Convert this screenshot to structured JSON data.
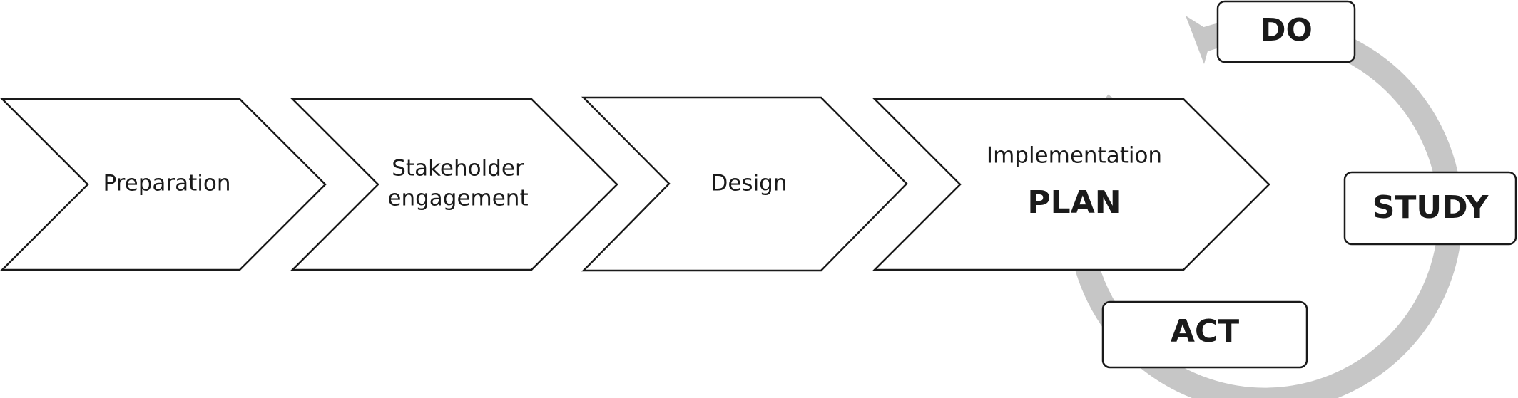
{
  "stages": [
    {
      "id": "preparation",
      "label_lines": [
        "Preparation"
      ]
    },
    {
      "id": "stakeholder-engagement",
      "label_lines": [
        "Stakeholder",
        "engagement"
      ]
    },
    {
      "id": "design",
      "label_lines": [
        "Design"
      ]
    },
    {
      "id": "implementation",
      "label_lines": [
        "Implementation"
      ],
      "sub_label": "PLAN"
    }
  ],
  "cycle": {
    "do_label": "DO",
    "study_label": "STUDY",
    "act_label": "ACT",
    "ring_color": "#c6c6c6"
  },
  "colors": {
    "outline": "#1a1a1a",
    "fill": "#ffffff"
  }
}
